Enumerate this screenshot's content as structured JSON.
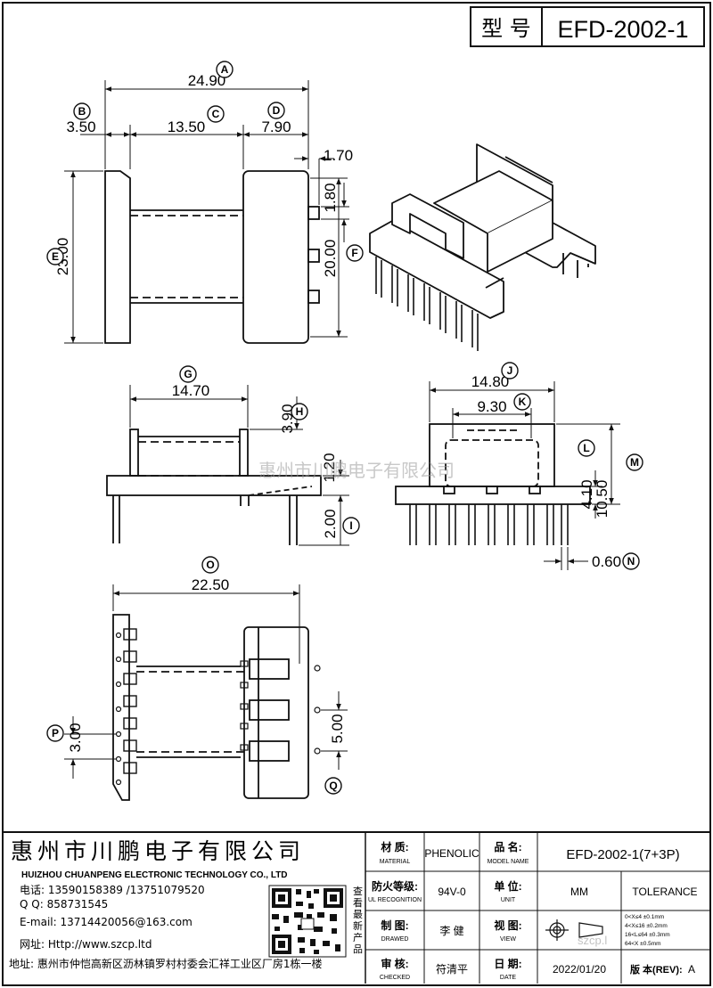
{
  "header": {
    "type_label": "型 号",
    "model": "EFD-2002-1"
  },
  "watermark": "惠州市川鹏电子有限公司",
  "dims": {
    "A": {
      "label": "A",
      "value": "24.90"
    },
    "B": {
      "label": "B",
      "value": "3.50"
    },
    "C": {
      "label": "C",
      "value": "13.50"
    },
    "D": {
      "label": "D",
      "value": "7.90"
    },
    "E": {
      "label": "E",
      "value": "23.00"
    },
    "F": {
      "label": "F",
      "value": "20.00"
    },
    "F1": {
      "value": "1.70"
    },
    "F2": {
      "value": "1.80"
    },
    "G": {
      "label": "G",
      "value": "14.70"
    },
    "H": {
      "label": "H",
      "value": "3.90"
    },
    "H2": {
      "value": "1.20"
    },
    "I": {
      "label": "I",
      "value": "2.00"
    },
    "J": {
      "label": "J",
      "value": "14.80"
    },
    "K": {
      "label": "K",
      "value": "9.30"
    },
    "L": {
      "label": "L",
      "value": "4.10"
    },
    "M": {
      "label": "M",
      "value": "10.50"
    },
    "N": {
      "label": "N",
      "value": "0.60"
    },
    "O": {
      "label": "O",
      "value": "22.50"
    },
    "P": {
      "label": "P",
      "value": "3.00"
    },
    "Q": {
      "label": "Q",
      "value": "5.00"
    }
  },
  "company": {
    "name_cn": "惠州市川鹏电子有限公司",
    "name_en": "HUIZHOU CHUANPENG ELECTRONIC TECHNOLOGY CO., LTD",
    "phone": "电话: 13590158389 /13751079520",
    "qq": "Q Q:  858731545",
    "email": "E-mail: 13714420056@163.com",
    "website": "网址:  Http://www.szcp.ltd",
    "address": "地址: 惠州市仲恺高新区沥林镇罗村村委会汇祥工业区厂房1栋一楼",
    "qr_note": "查看最新产品"
  },
  "titleblock": {
    "material_cn": "材 质:",
    "material_en": "MATERIAL",
    "material_val": "PHENOLIC",
    "model_cn": "品 名:",
    "model_en": "MODEL NAME",
    "model_val": "EFD-2002-1(7+3P)",
    "ul_cn": "防火等级:",
    "ul_en": "UL RECOGNITION",
    "ul_val": "94V-0",
    "unit_cn": "单 位:",
    "unit_en": "UNIT",
    "unit_val": "MM",
    "tolerance": "TOLERANCE",
    "drawn_cn": "制 图:",
    "drawn_en": "DRAWED",
    "drawn_val": "李 健",
    "view_cn": "视 图:",
    "view_en": "VIEW",
    "tol_lines": [
      "0<X≤4    ±0.1mm",
      "4<X≤16   ±0.2mm",
      "16<L≤64  ±0.3mm",
      "64<X     ±0.5mm"
    ],
    "checked_cn": "审 核:",
    "checked_en": "CHECKED",
    "checked_val": "符清平",
    "date_cn": "日 期:",
    "date_en": "DATE",
    "date_val": "2022/01/20",
    "rev_label": "版 本(REV):",
    "rev_val": "A",
    "site_mark": "szcp.l"
  }
}
